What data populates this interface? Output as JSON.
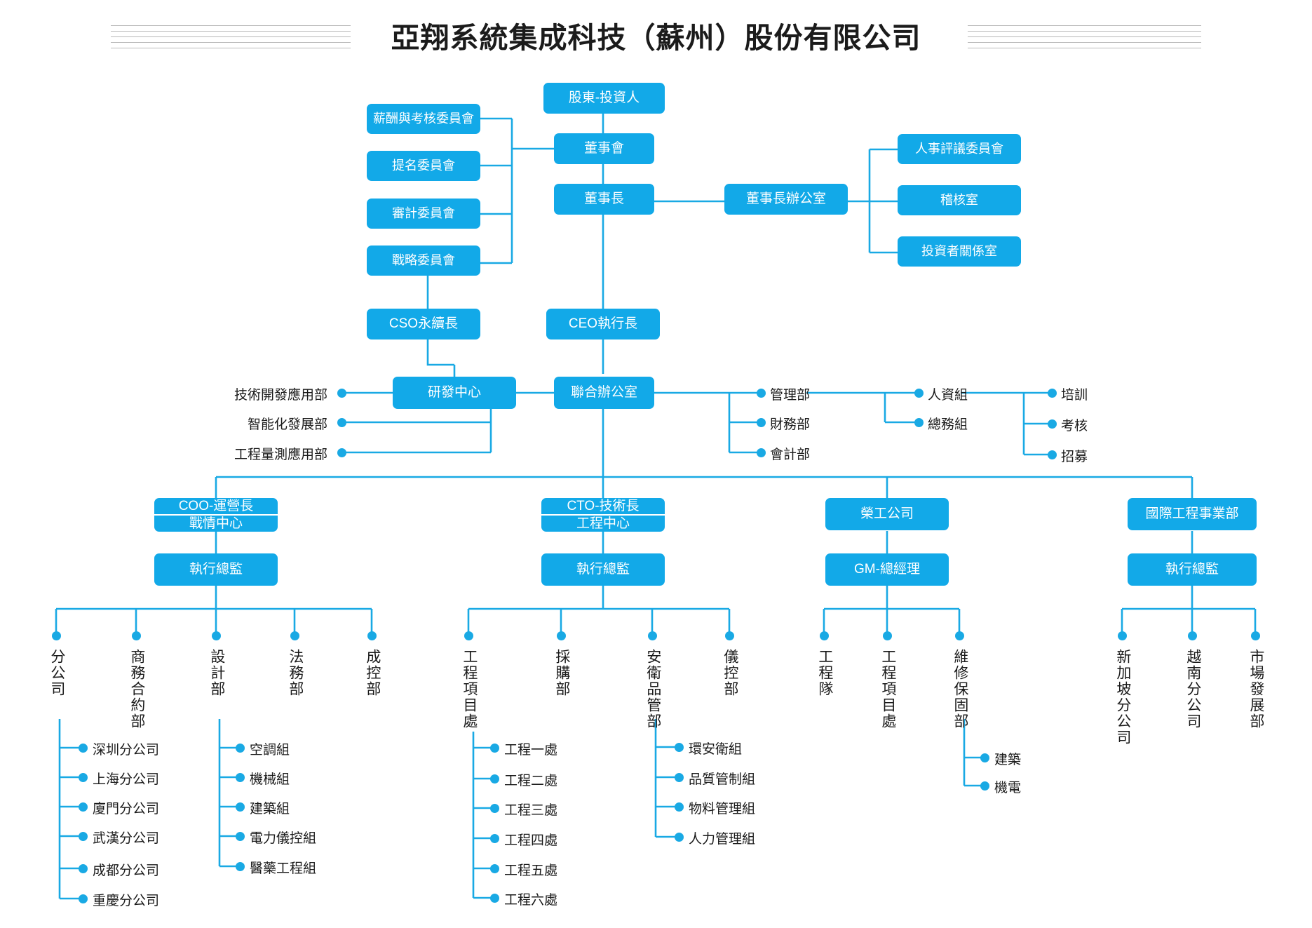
{
  "page": {
    "title": "亞翔系統集成科技（蘇州）股份有限公司",
    "accent_color": "#12a9e8",
    "line_color": "#19a9e4",
    "text_color": "#1a1a1a",
    "chart_type": "organization-chart"
  },
  "nodes": {
    "shareholder": "股東-投資人",
    "board": "董事會",
    "chairman": "董事長",
    "chairman_office": "董事長辦公室",
    "comp_committee": "薪酬與考核委員會",
    "nomination_committee": "提名委員會",
    "audit_committee": "審計委員會",
    "strategy_committee": "戰略委員會",
    "hr_review_committee": "人事評議委員會",
    "audit_office": "稽核室",
    "investor_relations": "投資者關係室",
    "cso": "CSO永續長",
    "ceo": "CEO執行長",
    "rnd_center": "研發中心",
    "joint_office": "聯合辦公室",
    "coo_title": "COO-運營長",
    "coo_sub": "戰情中心",
    "coo_director": "執行總監",
    "cto_title": "CTO-技術長",
    "cto_sub": "工程中心",
    "cto_director": "執行總監",
    "rongong": "榮工公司",
    "rongong_gm": "GM-總經理",
    "intl_div": "國際工程事業部",
    "intl_director": "執行總監"
  },
  "rnd_departments": [
    "技術開發應用部",
    "智能化發展部",
    "工程量測應用部"
  ],
  "joint_office_departments": [
    "管理部",
    "財務部",
    "會計部"
  ],
  "admin_groups": [
    "人資組",
    "總務組"
  ],
  "hr_functions": [
    "培訓",
    "考核",
    "招募"
  ],
  "coo_units": [
    "分公司",
    "商務合約部",
    "設計部",
    "法務部",
    "成控部"
  ],
  "branch_companies": [
    "深圳分公司",
    "上海分公司",
    "廈門分公司",
    "武漢分公司",
    "成都分公司",
    "重慶分公司"
  ],
  "design_groups": [
    "空調組",
    "機械組",
    "建築組",
    "電力儀控組",
    "醫藥工程組"
  ],
  "cto_units": [
    "工程項目處",
    "採購部",
    "安衛品管部",
    "儀控部"
  ],
  "project_offices": [
    "工程一處",
    "工程二處",
    "工程三處",
    "工程四處",
    "工程五處",
    "工程六處"
  ],
  "qa_groups": [
    "環安衛組",
    "品質管制組",
    "物料管理組",
    "人力管理組"
  ],
  "rongong_units": [
    "工程隊",
    "工程項目處",
    "維修保固部"
  ],
  "maintenance_groups": [
    "建築",
    "機電"
  ],
  "intl_units": [
    "新加坡分公司",
    "越南分公司",
    "市場發展部"
  ]
}
